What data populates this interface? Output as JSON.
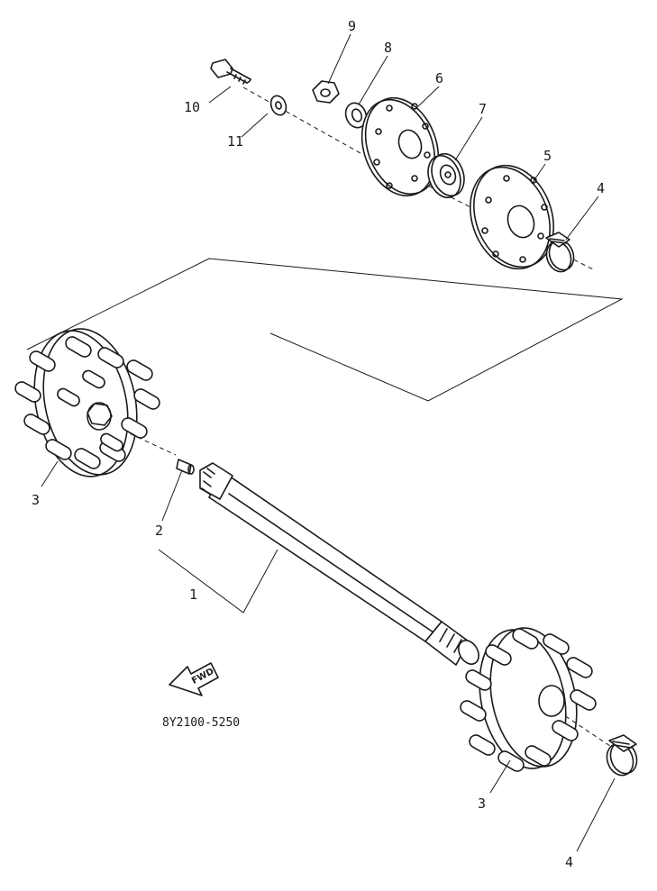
{
  "diagram": {
    "code": "8Y2100-5250",
    "direction_label": "FWD",
    "callouts": {
      "c1": "1",
      "c2": "2",
      "c3a": "3",
      "c3b": "3",
      "c4a": "4",
      "c4b": "4",
      "c5": "5",
      "c6": "6",
      "c7": "7",
      "c8": "8",
      "c9": "9",
      "c10": "10",
      "c11": "11"
    }
  }
}
